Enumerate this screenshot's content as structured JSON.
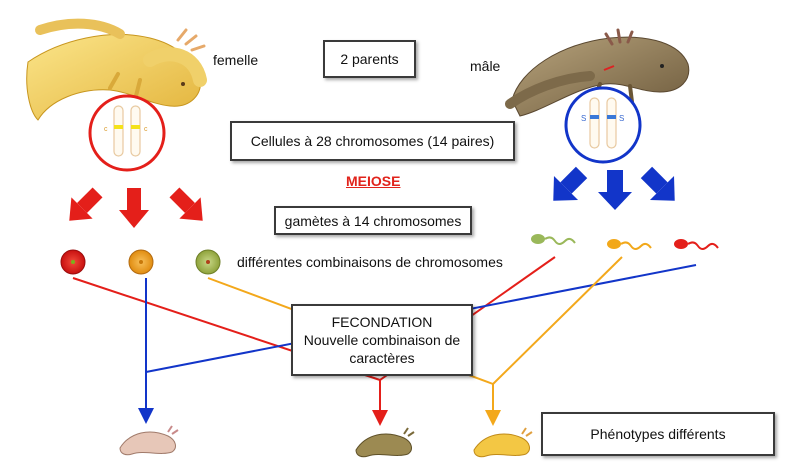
{
  "labels": {
    "femelle": "femelle",
    "male": "mâle",
    "parents": "2 parents",
    "cellules": "Cellules à 28 chromosomes (14 paires)",
    "meiose": "MEIOSE",
    "gametes": "gamètes à 14 chromosomes",
    "combinaisons": "différentes combinaisons de chromosomes",
    "fecondation_title": "FECONDATION",
    "fecondation_line1": "Nouvelle combinaison de",
    "fecondation_line2": "caractères",
    "phenotypes": "Phénotypes différents"
  },
  "chromosome_marks": {
    "female": "c",
    "male": "S"
  },
  "colors": {
    "red": "#e41f1a",
    "blue": "#1235c9",
    "orange": "#f3a81b",
    "green_egg": "#a2b851",
    "axolotl_yellow": "#f1cc5a",
    "axolotl_brown": "#8a7656"
  }
}
